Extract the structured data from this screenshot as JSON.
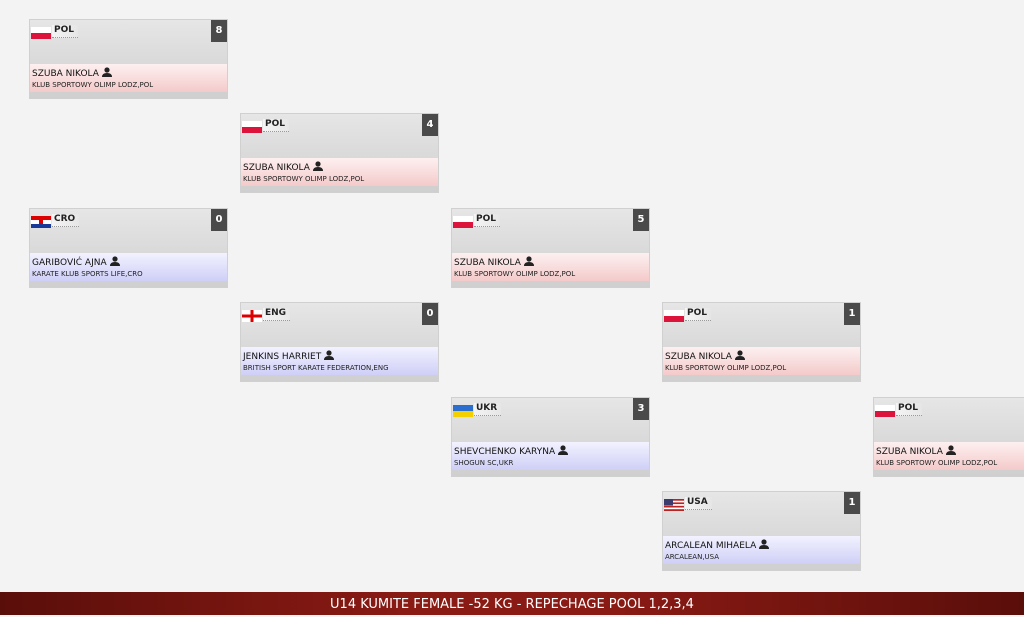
{
  "cards": [
    {
      "nat": "POL",
      "score": "8",
      "name": "SZUBA NIKOLA",
      "club": "KLUB SPORTOWY OLIMP LODZ,POL",
      "side": "red"
    },
    {
      "nat": "POL",
      "score": "4",
      "name": "SZUBA NIKOLA",
      "club": "KLUB SPORTOWY OLIMP LODZ,POL",
      "side": "red"
    },
    {
      "nat": "CRO",
      "score": "0",
      "name": "GARIBOVIĆ AJNA",
      "club": "KARATE KLUB SPORTS LIFE,CRO",
      "side": "blue"
    },
    {
      "nat": "POL",
      "score": "5",
      "name": "SZUBA NIKOLA",
      "club": "KLUB SPORTOWY OLIMP LODZ,POL",
      "side": "red"
    },
    {
      "nat": "ENG",
      "score": "0",
      "name": "JENKINS HARRIET",
      "club": "BRITISH SPORT KARATE FEDERATION,ENG",
      "side": "blue"
    },
    {
      "nat": "POL",
      "score": "1",
      "name": "SZUBA NIKOLA",
      "club": "KLUB SPORTOWY OLIMP LODZ,POL",
      "side": "red"
    },
    {
      "nat": "UKR",
      "score": "3",
      "name": "SHEVCHENKO KARYNA",
      "club": "SHOGUN SC,UKR",
      "side": "blue"
    },
    {
      "nat": "POL",
      "score": null,
      "name": "SZUBA NIKOLA",
      "club": "KLUB SPORTOWY OLIMP LODZ,POL",
      "side": "red"
    },
    {
      "nat": "USA",
      "score": "1",
      "name": "ARCALEAN MIHAELA",
      "club": "ARCALEAN,USA",
      "side": "blue"
    }
  ],
  "footer": {
    "title": "U14 KUMITE FEMALE -52 KG - REPECHAGE POOL 1,2,3,4"
  }
}
